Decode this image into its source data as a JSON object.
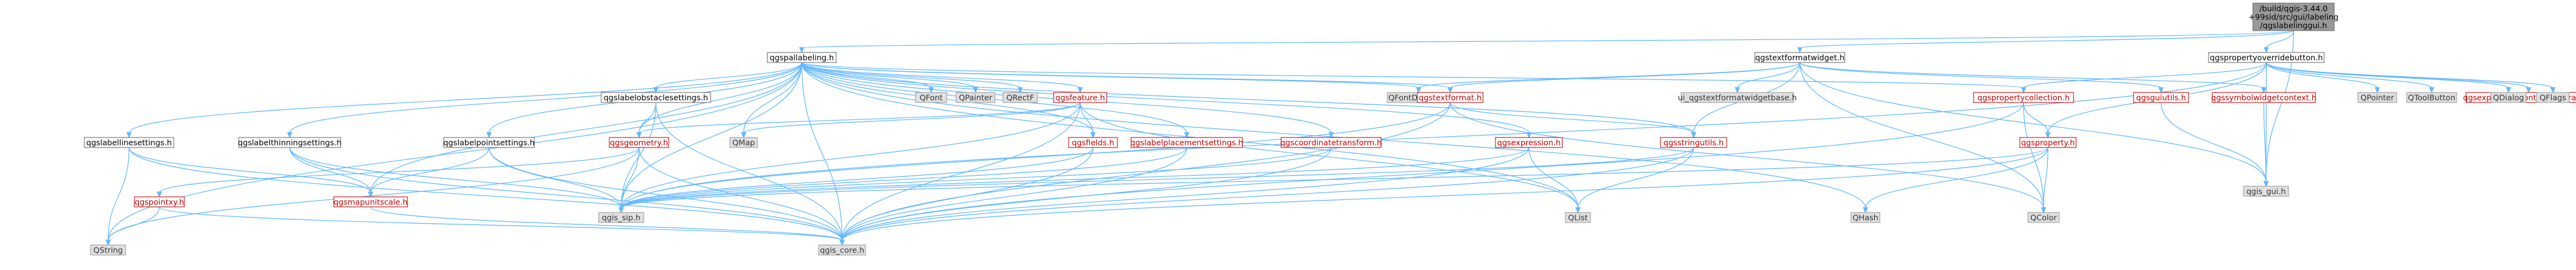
{
  "graph": {
    "nodes": [
      {
        "id": "root",
        "label": "/build/qgis-3.44.0\n+99sid/src/gui/labeling\n/qgslabelinggui.h",
        "kind": "root"
      },
      {
        "id": "pallabeling",
        "label": "qgspallabeling.h",
        "kind": "file"
      },
      {
        "id": "textformatwidget",
        "label": "qgstextformatwidget.h",
        "kind": "file"
      },
      {
        "id": "propoverride",
        "label": "qgspropertyoverridebutton.h",
        "kind": "file"
      },
      {
        "id": "labelobstacle",
        "label": "qgslabelobstaclesettings.h",
        "kind": "file"
      },
      {
        "id": "qfont",
        "label": "QFont",
        "kind": "ext"
      },
      {
        "id": "qpainter",
        "label": "QPainter",
        "kind": "ext"
      },
      {
        "id": "qrectf",
        "label": "QRectF",
        "kind": "ext"
      },
      {
        "id": "feature",
        "label": "qgsfeature.h",
        "kind": "plain"
      },
      {
        "id": "qfontdb",
        "label": "QFontDatabase",
        "kind": "ext"
      },
      {
        "id": "uitextformat",
        "label": "ui_qgstextformatwidgetbase.h",
        "kind": "ext"
      },
      {
        "id": "textformat",
        "label": "qgstextformat.h",
        "kind": "plain"
      },
      {
        "id": "propcollection",
        "label": "qgspropertycollection.h",
        "kind": "plain"
      },
      {
        "id": "guiutils",
        "label": "qgsguiutils.h",
        "kind": "plain"
      },
      {
        "id": "symbolwidgetctx",
        "label": "qgssymbolwidgetcontext.h",
        "kind": "plain"
      },
      {
        "id": "qpointer",
        "label": "QPointer",
        "kind": "ext"
      },
      {
        "id": "qtoolbutton",
        "label": "QToolButton",
        "kind": "ext"
      },
      {
        "id": "exprctxgen",
        "label": "qgsexpressioncontextgenerator.h",
        "kind": "plain"
      },
      {
        "id": "qdialog",
        "label": "QDialog",
        "kind": "ext"
      },
      {
        "id": "qflags",
        "label": "QFlags",
        "kind": "ext"
      },
      {
        "id": "labellinesettings",
        "label": "qgslabellinesettings.h",
        "kind": "file"
      },
      {
        "id": "labelthinning",
        "label": "qgslabelthinningsettings.h",
        "kind": "file"
      },
      {
        "id": "labelpoint",
        "label": "qgslabelpointsettings.h",
        "kind": "file"
      },
      {
        "id": "geometry",
        "label": "qgsgeometry.h",
        "kind": "plain"
      },
      {
        "id": "qmap",
        "label": "QMap",
        "kind": "ext"
      },
      {
        "id": "fields",
        "label": "qgsfields.h",
        "kind": "plain"
      },
      {
        "id": "labelplacement",
        "label": "qgslabelplacementsettings.h",
        "kind": "plain"
      },
      {
        "id": "coordtransform",
        "label": "qgscoordinatetransform.h",
        "kind": "plain"
      },
      {
        "id": "expression",
        "label": "qgsexpression.h",
        "kind": "plain"
      },
      {
        "id": "stringutils",
        "label": "qgsstringutils.h",
        "kind": "plain"
      },
      {
        "id": "property",
        "label": "qgsproperty.h",
        "kind": "plain"
      },
      {
        "id": "qgisgui",
        "label": "qgis_gui.h",
        "kind": "ext"
      },
      {
        "id": "qhash",
        "label": "QHash",
        "kind": "ext"
      },
      {
        "id": "qcolor",
        "label": "QColor",
        "kind": "ext"
      },
      {
        "id": "pointxy",
        "label": "qgspointxy.h",
        "kind": "plain"
      },
      {
        "id": "mapunitscale",
        "label": "qgsmapunitscale.h",
        "kind": "plain"
      },
      {
        "id": "qgissip",
        "label": "qgis_sip.h",
        "kind": "ext"
      },
      {
        "id": "qlist",
        "label": "QList",
        "kind": "ext"
      },
      {
        "id": "qstring",
        "label": "QString",
        "kind": "ext"
      },
      {
        "id": "qgiscore",
        "label": "qgis_core.h",
        "kind": "ext"
      }
    ],
    "edges": [
      [
        "root",
        "pallabeling"
      ],
      [
        "root",
        "textformatwidget"
      ],
      [
        "root",
        "propoverride"
      ],
      [
        "root",
        "qgisgui"
      ],
      [
        "pallabeling",
        "labelobstacle"
      ],
      [
        "pallabeling",
        "qfont"
      ],
      [
        "pallabeling",
        "qpainter"
      ],
      [
        "pallabeling",
        "qrectf"
      ],
      [
        "pallabeling",
        "feature"
      ],
      [
        "pallabeling",
        "qfontdb"
      ],
      [
        "pallabeling",
        "textformat"
      ],
      [
        "pallabeling",
        "propcollection"
      ],
      [
        "pallabeling",
        "labellinesettings"
      ],
      [
        "pallabeling",
        "labelthinning"
      ],
      [
        "pallabeling",
        "labelpoint"
      ],
      [
        "pallabeling",
        "geometry"
      ],
      [
        "pallabeling",
        "qmap"
      ],
      [
        "pallabeling",
        "fields"
      ],
      [
        "pallabeling",
        "labelplacement"
      ],
      [
        "pallabeling",
        "coordtransform"
      ],
      [
        "pallabeling",
        "expression"
      ],
      [
        "pallabeling",
        "stringutils"
      ],
      [
        "pallabeling",
        "qgissip"
      ],
      [
        "pallabeling",
        "qlist"
      ],
      [
        "pallabeling",
        "qstring"
      ],
      [
        "pallabeling",
        "qgiscore"
      ],
      [
        "pallabeling",
        "qhash"
      ],
      [
        "pallabeling",
        "mapunitscale"
      ],
      [
        "textformatwidget",
        "uitextformat"
      ],
      [
        "textformatwidget",
        "textformat"
      ],
      [
        "textformatwidget",
        "guiutils"
      ],
      [
        "textformatwidget",
        "symbolwidgetctx"
      ],
      [
        "textformatwidget",
        "qgisgui"
      ],
      [
        "textformatwidget",
        "stringutils"
      ],
      [
        "textformatwidget",
        "qfontdb"
      ],
      [
        "textformatwidget",
        "qcolor"
      ],
      [
        "propoverride",
        "propcollection"
      ],
      [
        "propoverride",
        "qpointer"
      ],
      [
        "propoverride",
        "qtoolbutton"
      ],
      [
        "propoverride",
        "exprctxgen"
      ],
      [
        "propoverride",
        "qdialog"
      ],
      [
        "propoverride",
        "qflags"
      ],
      [
        "propoverride",
        "qgisgui"
      ],
      [
        "propoverride",
        "property"
      ],
      [
        "propoverride",
        "qgissip"
      ],
      [
        "labelobstacle",
        "qgissip"
      ],
      [
        "labelobstacle",
        "qgiscore"
      ],
      [
        "labelobstacle",
        "geometry"
      ],
      [
        "feature",
        "qmap"
      ],
      [
        "feature",
        "fields"
      ],
      [
        "feature",
        "geometry"
      ],
      [
        "feature",
        "qgissip"
      ],
      [
        "feature",
        "qgiscore"
      ],
      [
        "feature",
        "qlist"
      ],
      [
        "textformat",
        "qgissip"
      ],
      [
        "textformat",
        "qgiscore"
      ],
      [
        "textformat",
        "qcolor"
      ],
      [
        "textformat",
        "stringutils"
      ],
      [
        "propcollection",
        "property"
      ],
      [
        "propcollection",
        "qgiscore"
      ],
      [
        "propcollection",
        "qcolor"
      ],
      [
        "guiutils",
        "qgisgui"
      ],
      [
        "symbolwidgetctx",
        "qgisgui"
      ],
      [
        "labellinesettings",
        "qgiscore"
      ],
      [
        "labellinesettings",
        "mapunitscale"
      ],
      [
        "labellinesettings",
        "qstring"
      ],
      [
        "labelthinning",
        "qgiscore"
      ],
      [
        "labelthinning",
        "mapunitscale"
      ],
      [
        "labelthinning",
        "qgissip"
      ],
      [
        "labelpoint",
        "qgiscore"
      ],
      [
        "labelpoint",
        "qgissip"
      ],
      [
        "labelpoint",
        "mapunitscale"
      ],
      [
        "geometry",
        "qgissip"
      ],
      [
        "geometry",
        "qgiscore"
      ],
      [
        "geometry",
        "pointxy"
      ],
      [
        "geometry",
        "qstring"
      ],
      [
        "fields",
        "qgissip"
      ],
      [
        "fields",
        "qgiscore"
      ],
      [
        "labelplacement",
        "qgissip"
      ],
      [
        "labelplacement",
        "qgiscore"
      ],
      [
        "coordtransform",
        "qgissip"
      ],
      [
        "coordtransform",
        "qgiscore"
      ],
      [
        "expression",
        "qgissip"
      ],
      [
        "expression",
        "qgiscore"
      ],
      [
        "expression",
        "qlist"
      ],
      [
        "stringutils",
        "qgiscore"
      ],
      [
        "stringutils",
        "qlist"
      ],
      [
        "stringutils",
        "qgissip"
      ],
      [
        "property",
        "qgiscore"
      ],
      [
        "property",
        "qgissip"
      ],
      [
        "property",
        "qhash"
      ],
      [
        "property",
        "qcolor"
      ],
      [
        "pointxy",
        "qgiscore"
      ],
      [
        "pointxy",
        "qstring"
      ],
      [
        "mapunitscale",
        "qgiscore"
      ]
    ]
  }
}
